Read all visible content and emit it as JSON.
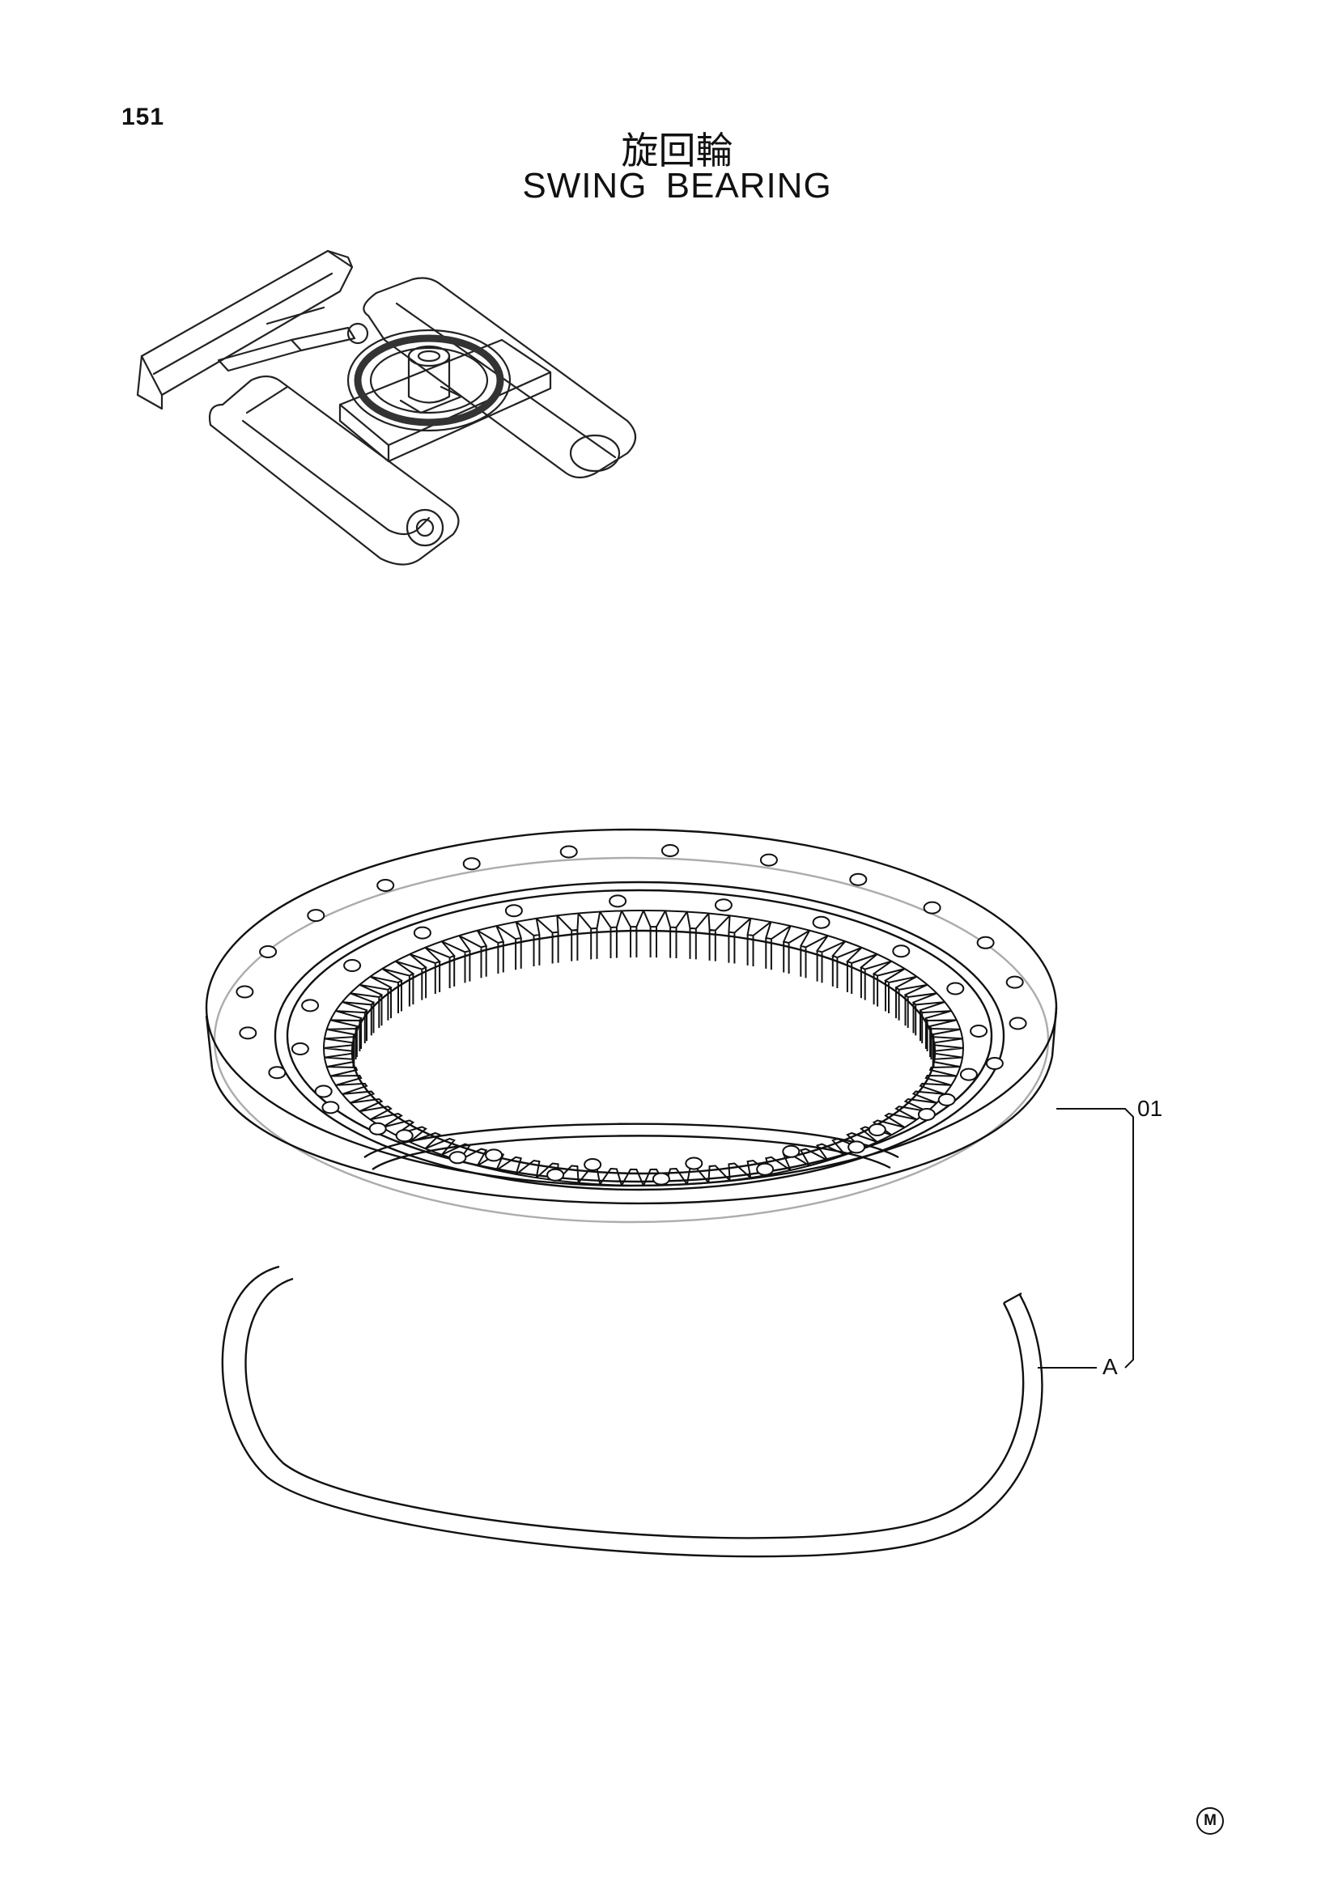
{
  "page_number": "151",
  "title_jp": "旋回輪",
  "title_en": "SWING BEARING",
  "callouts": {
    "part_01": "01",
    "part_A": "A"
  },
  "footer_mark": "M"
}
